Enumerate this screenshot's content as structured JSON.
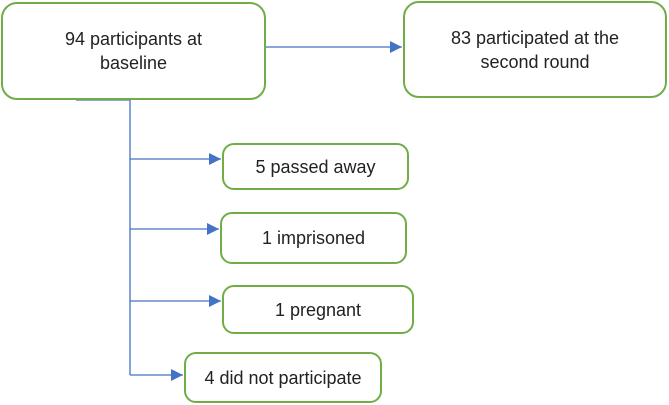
{
  "colors": {
    "box_border": "#70ad47",
    "connector": "#4472c4",
    "text": "#222222"
  },
  "nodes": {
    "baseline": {
      "line1": "94 participants at",
      "line2": "baseline"
    },
    "second_round": {
      "line1": "83 participated at the",
      "line2": "second round"
    },
    "passed_away": {
      "label": "5 passed away"
    },
    "imprisoned": {
      "label": "1 imprisoned"
    },
    "pregnant": {
      "label": "1 pregnant"
    },
    "did_not_participate": {
      "label": "4 did not participate"
    }
  },
  "edges": [
    {
      "from": "baseline",
      "to": "second_round"
    },
    {
      "from": "baseline",
      "to": "passed_away"
    },
    {
      "from": "baseline",
      "to": "imprisoned"
    },
    {
      "from": "baseline",
      "to": "pregnant"
    },
    {
      "from": "baseline",
      "to": "did_not_participate"
    }
  ]
}
